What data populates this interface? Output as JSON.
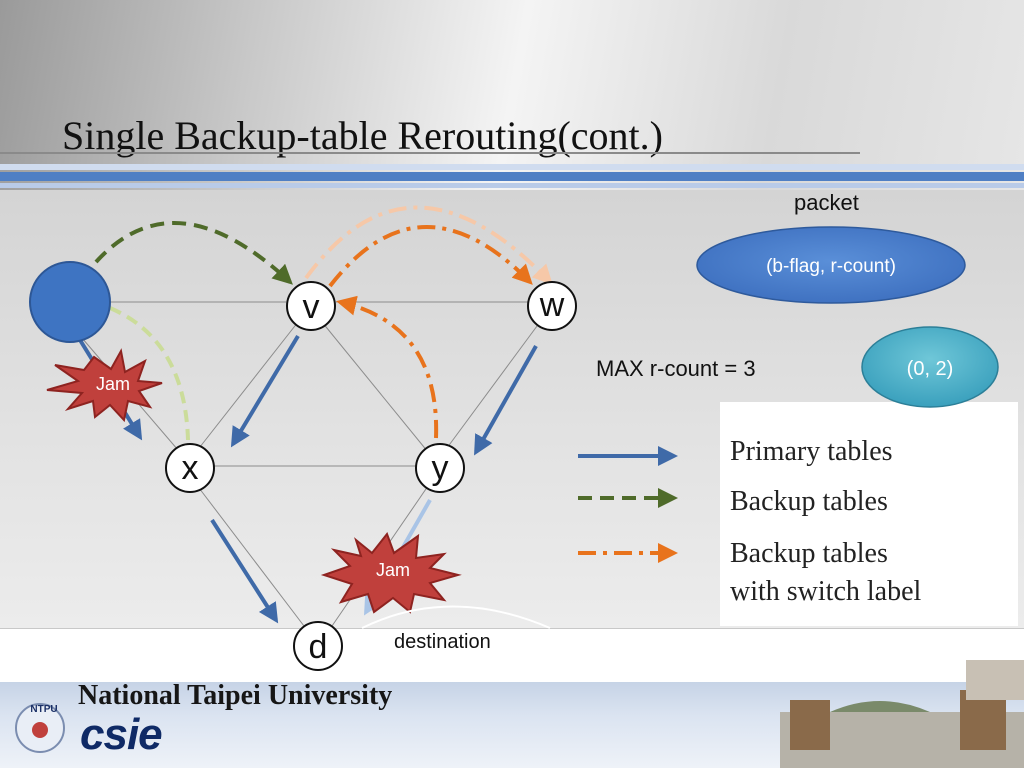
{
  "title": "Single Backup-table Rerouting(cont.)",
  "nodes": {
    "source": "",
    "v": "v",
    "w": "w",
    "x": "x",
    "y": "y",
    "d": "d"
  },
  "jam_labels": [
    "Jam",
    "Jam"
  ],
  "destination_label": "destination",
  "packet_label": "packet",
  "packet_fields": "(b-flag, r-count)",
  "packet_value": "(0, 2)",
  "max_rcount": "MAX r-count = 3",
  "legend": {
    "primary": "Primary tables",
    "backup": "Backup tables",
    "switch_line1": "Backup tables",
    "switch_line2": "with switch label"
  },
  "footer": {
    "university": "National Taipei University",
    "department": "csie",
    "logo_text": "NTPU"
  },
  "colors": {
    "primary_arrow": "#3f6aa8",
    "backup_arrow": "#4f6b2a",
    "switch_arrow": "#e8731c",
    "node_blue": "#3e74c2",
    "jam_red": "#c0403c"
  }
}
